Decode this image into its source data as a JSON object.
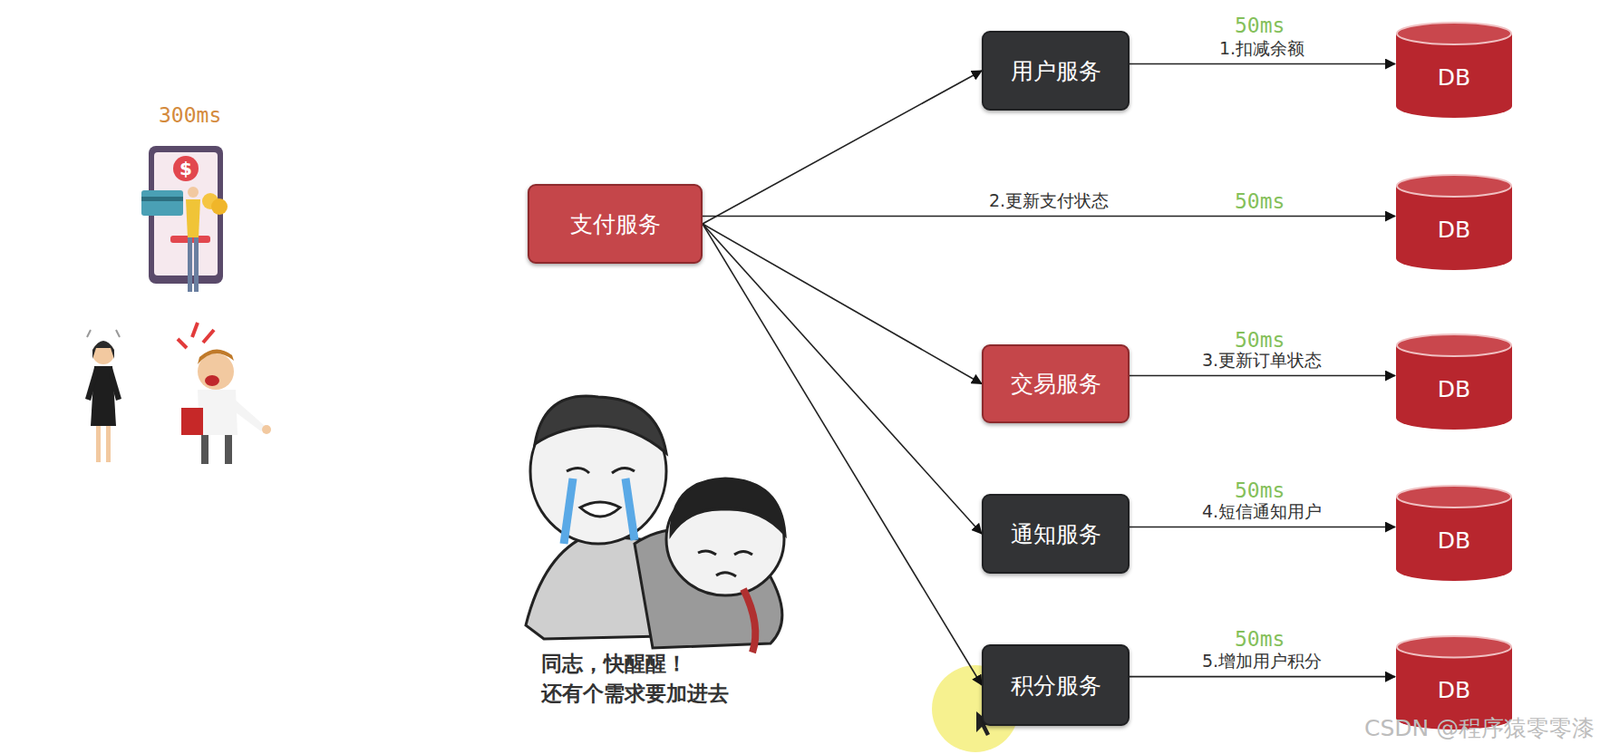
{
  "diagram": {
    "nodes": [
      {
        "text": [
          "支付服务"
        ]
      },
      {
        "text": [
          "用户服务"
        ]
      },
      {
        "text": [
          "交易服务"
        ]
      },
      {
        "text": [
          "通知服务"
        ]
      },
      {
        "text": [
          "积分服务"
        ]
      },
      {
        "text": [
          "DB"
        ]
      },
      {
        "text": [
          "DB"
        ]
      },
      {
        "text": [
          "DB"
        ]
      },
      {
        "text": [
          "DB"
        ]
      },
      {
        "text": [
          "DB"
        ]
      }
    ],
    "edges": [
      {
        "from": 0,
        "to": 1,
        "arrow": "to"
      },
      {
        "from": 0,
        "to": 6,
        "label": "2.更新支付状态",
        "arrow": "to"
      },
      {
        "from": 0,
        "to": 2,
        "arrow": "to"
      },
      {
        "from": 0,
        "to": 3,
        "arrow": "to"
      },
      {
        "from": 0,
        "to": 4,
        "arrow": "to"
      },
      {
        "from": 1,
        "to": 5,
        "label": "1.扣减余额",
        "arrow": "to"
      },
      {
        "from": 2,
        "to": 7,
        "label": "3.更新订单状态",
        "arrow": "to"
      },
      {
        "from": 3,
        "to": 8,
        "label": "4.短信通知用户",
        "arrow": "to"
      },
      {
        "from": 4,
        "to": 9,
        "label": "5.增加用户积分",
        "arrow": "to"
      }
    ],
    "labels": [
      "300ms",
      "$",
      "50ms",
      "50ms",
      "50ms",
      "50ms",
      "50ms",
      "同志，快醒醒！ 还有个需求要加进去",
      "CSDN @程序猿零零漆"
    ]
  }
}
